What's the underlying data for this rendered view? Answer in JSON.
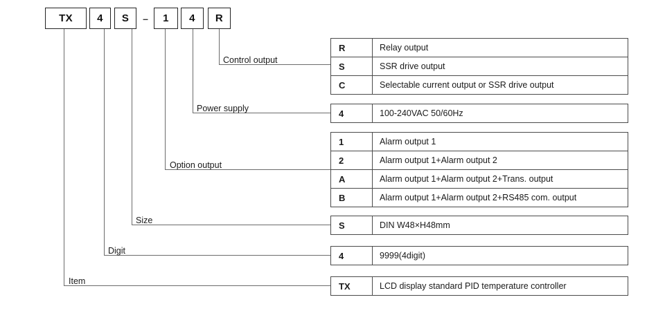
{
  "diagram": {
    "model_code": {
      "segments": [
        {
          "id": "item",
          "label": "TX"
        },
        {
          "id": "digit",
          "label": "4"
        },
        {
          "id": "size",
          "label": "S"
        },
        {
          "id": "separator",
          "label": "–"
        },
        {
          "id": "option-output",
          "label": "1"
        },
        {
          "id": "power-supply",
          "label": "4"
        },
        {
          "id": "control-output",
          "label": "R"
        }
      ]
    },
    "leaders": [
      {
        "id": "control-output",
        "label": "Control output"
      },
      {
        "id": "power-supply",
        "label": "Power supply"
      },
      {
        "id": "option-output",
        "label": "Option output"
      },
      {
        "id": "size",
        "label": "Size"
      },
      {
        "id": "digit",
        "label": "Digit"
      },
      {
        "id": "item",
        "label": "Item"
      }
    ],
    "tables": [
      {
        "id": "control-output",
        "rows": [
          {
            "code": "R",
            "desc": "Relay output"
          },
          {
            "code": "S",
            "desc": "SSR drive output"
          },
          {
            "code": "C",
            "desc": "Selectable current output or SSR drive output"
          }
        ]
      },
      {
        "id": "power-supply",
        "rows": [
          {
            "code": "4",
            "desc": "100-240VAC 50/60Hz"
          }
        ]
      },
      {
        "id": "option-output",
        "rows": [
          {
            "code": "1",
            "desc": "Alarm output 1"
          },
          {
            "code": "2",
            "desc": "Alarm output 1+Alarm output 2"
          },
          {
            "code": "A",
            "desc": "Alarm output 1+Alarm output 2+Trans. output"
          },
          {
            "code": "B",
            "desc": "Alarm output 1+Alarm output 2+RS485 com. output"
          }
        ]
      },
      {
        "id": "size",
        "rows": [
          {
            "code": "S",
            "desc": "DIN W48×H48mm"
          }
        ]
      },
      {
        "id": "digit",
        "rows": [
          {
            "code": "4",
            "desc": "9999(4digit)"
          }
        ]
      },
      {
        "id": "item",
        "rows": [
          {
            "code": "TX",
            "desc": "LCD display standard PID temperature controller"
          }
        ]
      }
    ],
    "colors": {
      "line": "#6b6b6b",
      "box_border": "#222222",
      "table_border": "#4a4a4a",
      "text": "#1a1a1a"
    }
  }
}
